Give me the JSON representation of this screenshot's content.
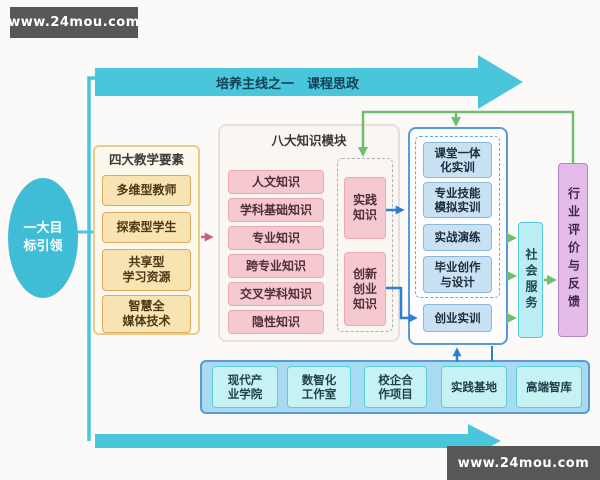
{
  "watermarks": {
    "top_left": "www.24mou.com",
    "bottom_right": "www.24mou.com"
  },
  "top_arrow_label": "培养主线之一　课程思政",
  "goal_ellipse": {
    "label": "一大目\n标引领"
  },
  "four_elements": {
    "title": "四大教学要素",
    "items": [
      "多维型教师",
      "探索型学生",
      "共享型\n学习资源",
      "智慧全\n媒体技术"
    ]
  },
  "eight_modules": {
    "title": "八大知识模块",
    "items": [
      "人文知识",
      "学科基础知识",
      "专业知识",
      "跨专业知识",
      "交叉学科知识",
      "隐性知识"
    ],
    "practice": "实践\n知识",
    "innovation": "创新\n创业\n知识"
  },
  "training_panel": {
    "items": [
      "课堂一体\n化实训",
      "专业技能\n模拟实训",
      "实战演练",
      "毕业创作\n与设计"
    ],
    "entrepreneurship": "创业实训"
  },
  "social_service": {
    "label": "社会服务"
  },
  "industry_feedback": {
    "label": "行业评价与反馈"
  },
  "bottom_panel": {
    "items": [
      "现代产\n业学院",
      "数智化\n工作室",
      "校企合\n作项目",
      "实践基地",
      "高端智库"
    ]
  },
  "colors": {
    "main_cyan": "#49c6dc",
    "arrow_blue": "#2e7fd1",
    "arrow_green": "#6fbe70",
    "arrow_pink": "#c95f7e",
    "panel_blue_border": "#5b9bd5",
    "feedback_purple": "#b583c9"
  }
}
